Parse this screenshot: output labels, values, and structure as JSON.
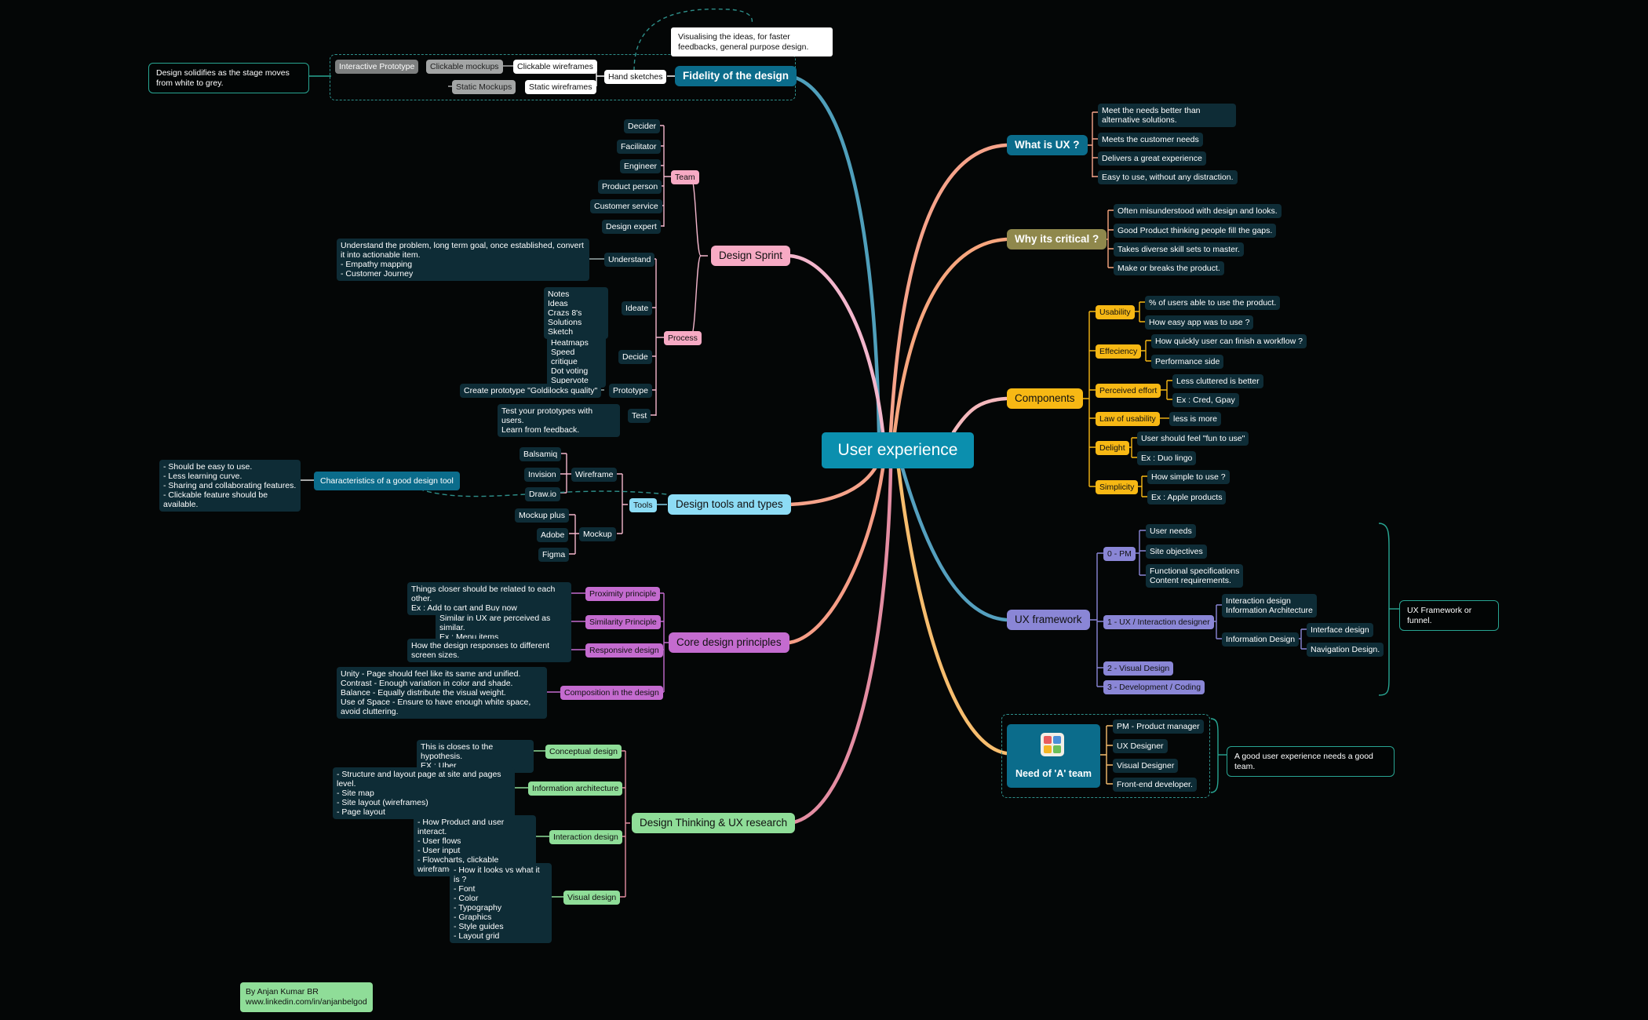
{
  "center": "User experience",
  "fidelity": {
    "title": "Fidelity of the design",
    "note_left": "Design solidifies as the stage moves from white to grey.",
    "note_top": "Visualising the ideas, for faster feedbacks, general purpose design.",
    "hand_sketches": "Hand sketches",
    "clickable_wireframes": "Clickable wireframes",
    "static_wireframes": "Static wireframes",
    "clickable_mockups": "Clickable mockups",
    "static_mockups": "Static Mockups",
    "interactive_prototype": "Interactive Prototype"
  },
  "sprint": {
    "title": "Design Sprint",
    "team_label": "Team",
    "team": [
      "Decider",
      "Facilitator",
      "Engineer",
      "Product person",
      "Customer service",
      "Design expert"
    ],
    "process_label": "Process",
    "understand": "Understand",
    "understand_note": "Understand the problem, long term goal, once established, convert it into actionable item.\n- Empathy mapping\n- Customer Journey",
    "ideate": "Ideate",
    "ideate_note": "Notes\nIdeas\nCrazs 8's\nSolutions Sketch",
    "decide": "Decide",
    "decide_note": "Heatmaps\nSpeed critique\nDot voting\nSupervote",
    "prototype": "Prototype",
    "prototype_note": "Create prototype \"Goldilocks quality\"",
    "test": "Test",
    "test_note": "Test your prototypes with users.\nLearn from feedback."
  },
  "tools": {
    "title": "Design tools and types",
    "tools_label": "Tools",
    "wireframe": "Wireframe",
    "wireframe_items": [
      "Balsamiq",
      "Invision",
      "Draw.io"
    ],
    "mockup": "Mockup",
    "mockup_items": [
      "Mockup plus",
      "Adobe",
      "Figma"
    ],
    "char_title": "Characteristics of a good design tool",
    "char_note": "- Should be easy to use.\n- Less learning curve.\n- Sharing and collaborating features.\n- Clickable feature should be available."
  },
  "principles": {
    "title": "Core design principles",
    "proximity": "Proximity principle",
    "proximity_note": "Things closer should be related to each other.\nEx : Add to cart and Buy now",
    "similarity": "Similarity Principle",
    "similarity_note": "Similar in UX are perceived as similar.\nEx :  Menu items",
    "responsive": "Responsive design",
    "responsive_note": "How the design responses to different screen sizes.",
    "composition": "Composition in the design",
    "composition_note": "Unity - Page should feel like its same and unified.\nContrast - Enough variation in color and shade.\nBalance - Equally distribute the visual weight.\nUse of Space - Ensure to have enough white space, avoid cluttering."
  },
  "thinking": {
    "title": "Design Thinking & UX research",
    "conceptual": "Conceptual design",
    "conceptual_note": "This is closes to the hypothesis.\nEX : Uber",
    "info_arch": "Information architecture",
    "info_arch_note": "- Structure and layout page at site and pages level.\n- Site map\n- Site layout (wireframes)\n- Page layout",
    "interaction": "Interaction design",
    "interaction_note": "- How Product and user interact.\n- User flows\n- User input\n- Flowcharts, clickable wireframes",
    "visual": "Visual design",
    "visual_note": "- How it looks vs what it is ?\n- Font\n- Color\n- Typography\n- Graphics\n- Style guides\n- Layout grid"
  },
  "what_is": {
    "title": "What is UX ?",
    "items": [
      "Meet the needs better than alternative solutions.",
      "Meets the customer needs",
      "Delivers a great experience",
      "Easy to use, without any distraction."
    ]
  },
  "why": {
    "title": "Why its critical ?",
    "items": [
      "Often misunderstood with design and looks.",
      "Good Product thinking people fill the gaps.",
      "Takes diverse skill sets to master.",
      "Make or breaks the product."
    ]
  },
  "components": {
    "title": "Components",
    "usability": "Usability",
    "usability_items": [
      "% of users able to use the product.",
      "How easy app was to use ?"
    ],
    "efficiency": "Effeciency",
    "efficiency_items": [
      "How quickly user can finish a workflow ?",
      "Performance side"
    ],
    "perceived": "Perceived effort",
    "perceived_items": [
      "Less cluttered is better",
      "Ex : Cred, Gpay"
    ],
    "law": "Law of usability",
    "law_item": "less is more",
    "delight": "Delight",
    "delight_items": [
      "User should feel \"fun to use\"",
      "Ex : Duo lingo"
    ],
    "simplicity": "Simplicity",
    "simplicity_items": [
      "How simple to use ?",
      "Ex : Apple products"
    ]
  },
  "framework": {
    "title": "UX framework",
    "pm": "0 - PM",
    "pm_items": [
      "User needs",
      "Site objectives",
      "Functional specifications\nContent requirements."
    ],
    "ixd": "1 - UX / Interaction designer",
    "ixd_item1": "Interaction design\nInformation Architecture",
    "ixd_item2": "Information Design",
    "ixd_sub": [
      "Interface design",
      "Navigation Design."
    ],
    "visual": "2 - Visual Design",
    "dev": "3 -  Development / Coding",
    "note": "UX Framework or funnel."
  },
  "team": {
    "title": "Need of 'A' team",
    "items": [
      "PM - Product manager",
      "UX Designer",
      "Visual Designer",
      "Front-end developer."
    ],
    "note": "A good user experience needs a good team."
  },
  "credit": "By Anjan Kumar BR\nwww.linkedin.com/in/anjanbelgod",
  "colors": {
    "background": "#040606",
    "center": "#0b8fae",
    "pink": "#f7aac4",
    "blue": "#0b6c8b",
    "lightblue": "#8ddcf5",
    "purple": "#c46bcf",
    "green": "#8fdd98",
    "olive": "#8f884c",
    "yellow": "#f7b814",
    "lavender": "#8a86d6",
    "leaf": "#0e2c36"
  }
}
